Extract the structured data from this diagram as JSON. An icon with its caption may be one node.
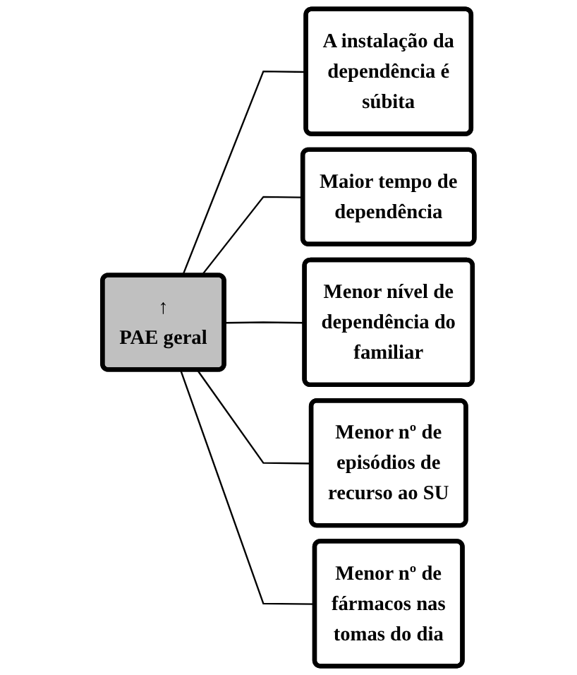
{
  "diagram": {
    "nodes": [
      {
        "text": [
          "↑",
          "PAE geral"
        ]
      },
      {
        "text": [
          "A instalação da dependência é súbita"
        ]
      },
      {
        "text": [
          "Maior tempo de dependência"
        ]
      },
      {
        "text": [
          "Menor nível de dependência do familiar"
        ]
      },
      {
        "text": [
          "Menor nº de episódios de recurso ao SU"
        ]
      },
      {
        "text": [
          "Menor nº de fármacos nas tomas do dia"
        ]
      }
    ],
    "edges": [
      {
        "from": 0,
        "to": 1,
        "arrow": "none"
      },
      {
        "from": 0,
        "to": 2,
        "arrow": "none"
      },
      {
        "from": 0,
        "to": 3,
        "arrow": "none"
      },
      {
        "from": 0,
        "to": 4,
        "arrow": "none"
      },
      {
        "from": 0,
        "to": 5,
        "arrow": "none"
      }
    ]
  }
}
